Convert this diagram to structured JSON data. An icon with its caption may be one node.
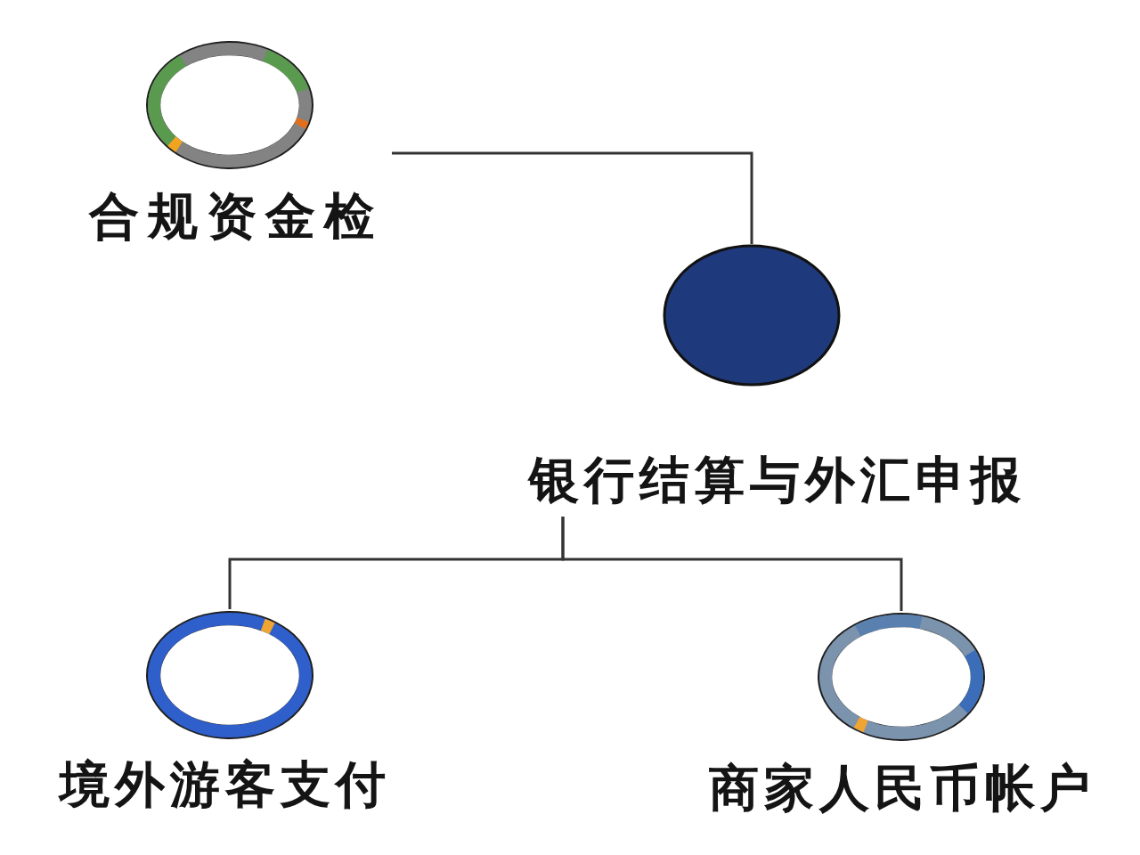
{
  "diagram": {
    "nodes": [
      {
        "text": [
          "合规资金检"
        ]
      },
      {
        "text": [
          "银行结算与外汇申报"
        ]
      },
      {
        "text": [
          "境外游客支付"
        ]
      },
      {
        "text": [
          "商家人民币帐户"
        ]
      }
    ],
    "edges": [
      {
        "from": 0,
        "to": 1,
        "arrow": "none"
      },
      {
        "from": 1,
        "to": 2,
        "arrow": "none"
      },
      {
        "from": 1,
        "to": 3,
        "arrow": "none"
      }
    ]
  }
}
